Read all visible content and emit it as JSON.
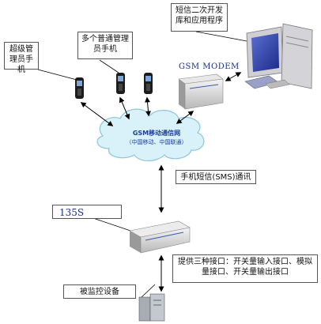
{
  "labels": {
    "super_admin_phone": "超级管理员手机",
    "admin_phones": "多个普通管理员手机",
    "dev_lib": "短信二次开发库和应用程序",
    "gsm_modem": "GSM MODEM",
    "cloud_title": "GSM移动通信网",
    "cloud_sub": "（中国移动、中国联通）",
    "sms_comm": "手机短信(SMS)通讯",
    "device_135s": "135S",
    "interfaces": "提供三种接口：开关量输入接口、模拟量接口、开关量输出接口",
    "monitored_device": "被监控设备"
  },
  "colors": {
    "cloud_fill": "#d9f1f8",
    "cloud_stroke": "#8cc6da",
    "label_blue": "#1a2f86",
    "arrow": "#000000"
  }
}
